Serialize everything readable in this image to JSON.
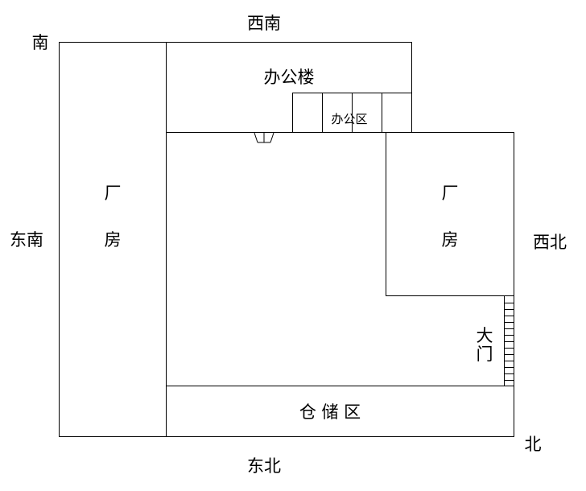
{
  "directions": {
    "top": "西南",
    "top_left": "南",
    "left": "东南",
    "right": "西北",
    "bottom_right": "北",
    "bottom": "东北"
  },
  "areas": {
    "left_factory": [
      "厂",
      "房"
    ],
    "right_factory": [
      "厂",
      "房"
    ],
    "office_building": "办公楼",
    "office_area": "办公区",
    "storage": "仓 储 区",
    "gate": [
      "大",
      "门"
    ]
  }
}
